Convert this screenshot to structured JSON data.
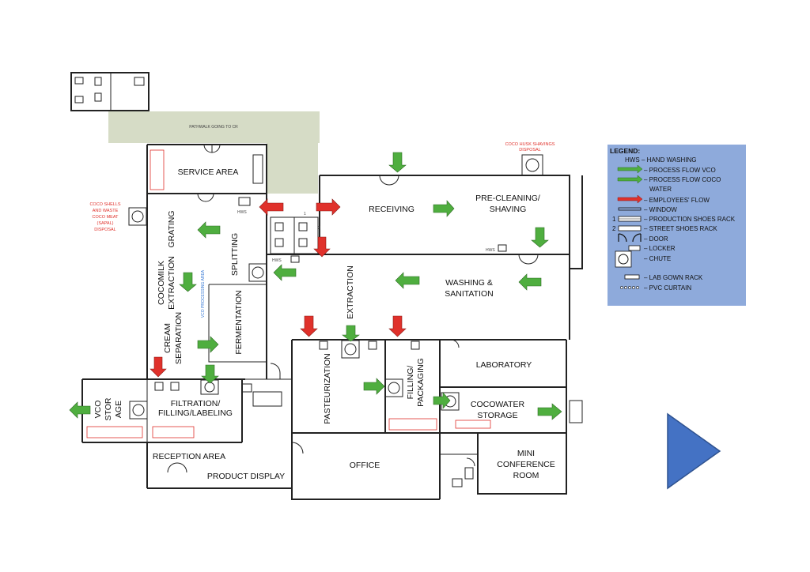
{
  "labels": {
    "pathwalk": "PATHWALK GOING TO CR",
    "service_area": "SERVICE AREA",
    "receiving": "RECEIVING",
    "pre_cleaning_1": "PRE-CLEANING/",
    "pre_cleaning_2": "SHAVING",
    "grating": "GRATING",
    "splitting": "SPLITTING",
    "cocomilk_1": "COCOMILK",
    "cocomilk_2": "EXTRACTION",
    "fermentation": "FERMENTATION",
    "cream_1": "CREAM",
    "cream_2": "SEPARATION",
    "extraction": "EXTRACTION",
    "washing_1": "WASHING &",
    "washing_2": "SANITATION",
    "pasteurization": "PASTEURIZATION",
    "filling_1": "FILLING/",
    "filling_2": "PACKAGING",
    "laboratory": "LABORATORY",
    "cocowater_1": "COCOWATER",
    "cocowater_2": "STORAGE",
    "vco_1": "VCO",
    "vco_2": "STOR",
    "vco_3": "AGE",
    "filtration_1": "FILTRATION/",
    "filtration_2": "FILLING/LABELING",
    "reception": "RECEPTION AREA",
    "product_display": "PRODUCT DISPLAY",
    "office": "OFFICE",
    "mini_1": "MINI",
    "mini_2": "CONFERENCE",
    "mini_3": "ROOM",
    "husk_1": "COCO HUSK SHAVINGS",
    "husk_2": "DISPOSAL",
    "shells_1": "COCO SHELLS",
    "shells_2": "AND WASTE",
    "shells_3": "COCO MEAT",
    "shells_4": "(SAPAL)",
    "shells_5": "DISPOSAL",
    "hws_1": "HWS",
    "hws_2": "HWS",
    "hws_3": "HWS",
    "num_1": "1",
    "num_2": "2"
  },
  "legend": {
    "title": "LEGEND:",
    "hws_abbr": "HWS",
    "items": [
      "– HAND WASHING",
      "– PROCESS FLOW VCO",
      "– PROCESS FLOW COCO",
      "WATER",
      "– EMPLOYEES' FLOW",
      "– WINDOW",
      "– PRODUCTION SHOES RACK",
      "– STREET SHOES RACK",
      "– DOOR",
      "– LOCKER",
      "– CHUTE",
      "– LAB GOWN RACK",
      "– PVC CURTAIN"
    ],
    "num_1": "1",
    "num_2": "2"
  },
  "colors": {
    "green": "#4fae3f",
    "red": "#e0312b",
    "legend_bg": "#8eaadb",
    "pathwalk_bg": "#d6dcc6",
    "nav_arrow": "#4472c4"
  },
  "nav": {
    "icon": "play-triangle-icon"
  }
}
